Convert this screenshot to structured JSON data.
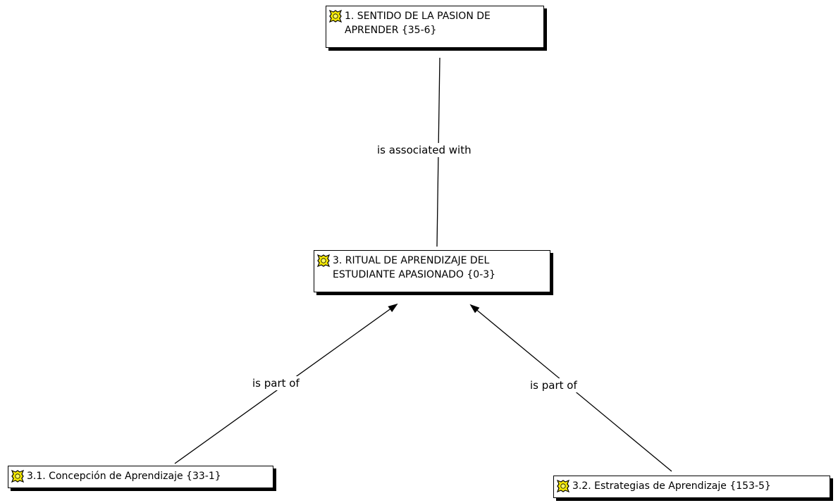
{
  "nodes": {
    "n1": {
      "label": "1. SENTIDO DE LA PASION DE\nAPRENDER {35-6}",
      "icon": "code-family-icon"
    },
    "n3": {
      "label": "3. RITUAL DE APRENDIZAJE DEL\nESTUDIANTE APASIONADO {0-3}",
      "icon": "code-family-icon"
    },
    "n31": {
      "label": "3.1. Concepción de Aprendizaje {33-1}",
      "icon": "code-family-icon"
    },
    "n32": {
      "label": "3.2. Estrategias de Aprendizaje {153-5}",
      "icon": "code-family-icon"
    }
  },
  "edges": {
    "e1": {
      "label": "is associated with",
      "from": "n3",
      "to": "n1",
      "directed": false
    },
    "e2": {
      "label": "is part of",
      "from": "n31",
      "to": "n3",
      "directed": true
    },
    "e3": {
      "label": "is part of",
      "from": "n32",
      "to": "n3",
      "directed": true
    }
  },
  "colors": {
    "icon_fill": "#f2e600",
    "icon_outline": "#000000",
    "line": "#000000"
  }
}
